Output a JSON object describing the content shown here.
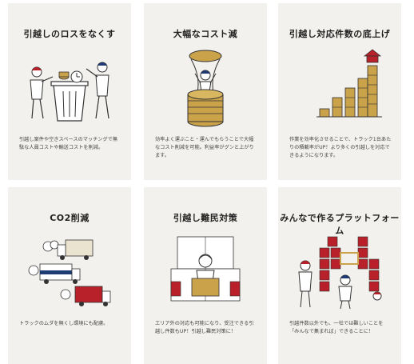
{
  "cards": [
    {
      "title": "引越しのロスをなくす",
      "description": "引越し案件や空きスペースのマッチングで無駄な人員コストや輸送コストを削減。"
    },
    {
      "title": "大幅なコスト減",
      "description": "効率よく運ぶこと・運んでもらうことで大幅なコスト削減を可能。利益率がグンと上がります。"
    },
    {
      "title": "引越し対応件数の底上げ",
      "description": "作業を効率化させることで、トラック1台あたりの積載率がUP！より多くの引越しを対応できるようになります。"
    },
    {
      "title": "CO2削減",
      "description": "トラックのムダを無くし環境にも配慮。"
    },
    {
      "title": "引越し難民対策",
      "description": "エリア外の対応も可能になり、受注できる引越し件数もUP！引越し難民対策に！"
    },
    {
      "title": "みんなで作るプラットフォーム",
      "description": "引越件数以外でも、一社では難しいことを「みんなで集まれば」できることに！"
    }
  ],
  "colors": {
    "card_bg": "#f3f1ed",
    "navy": "#1f3b73",
    "red": "#b8202a",
    "gold": "#c9a24a",
    "ink": "#333333"
  }
}
